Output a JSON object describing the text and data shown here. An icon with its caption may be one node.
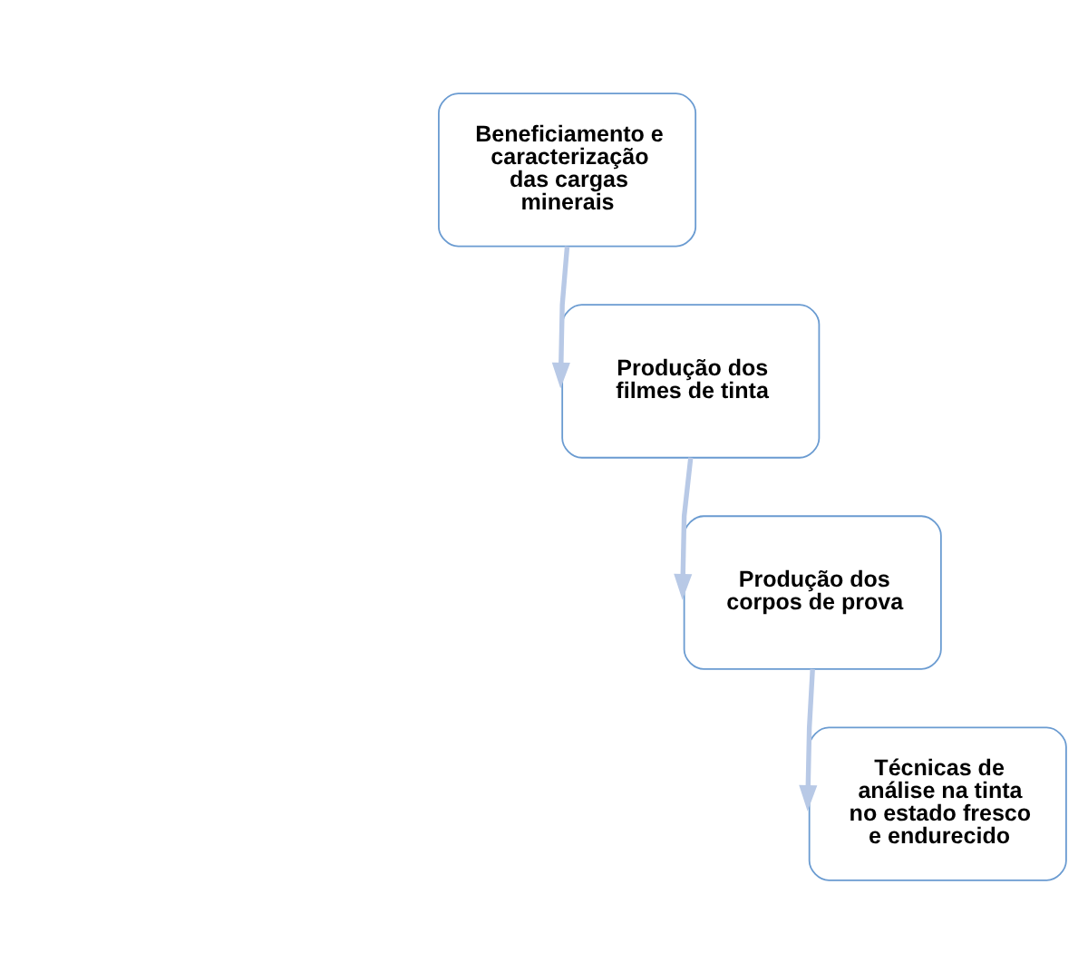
{
  "diagram": {
    "nodes": [
      {
        "text": [
          "Beneficiamento e caracterização das cargas minerais"
        ]
      },
      {
        "text": [
          "Produção dos filmes de tinta"
        ]
      },
      {
        "text": [
          "Produção dos corpos de prova"
        ]
      },
      {
        "text": [
          "Técnicas de análise na tinta no estado fresco e endurecido"
        ]
      }
    ],
    "edges": [
      {
        "from": 0,
        "to": 1,
        "arrow": "to"
      },
      {
        "from": 1,
        "to": 2,
        "arrow": "to"
      },
      {
        "from": 2,
        "to": 3,
        "arrow": "to"
      }
    ]
  }
}
